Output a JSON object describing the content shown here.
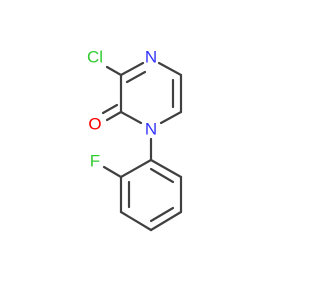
{
  "atoms": {
    "chlorine": {
      "symbol": "Cl",
      "color": "#33cc33"
    },
    "nitrogen_ring": {
      "symbol": "N",
      "color": "#3333ff"
    },
    "nitrogen_amide": {
      "symbol": "N",
      "color": "#3333ff"
    },
    "oxygen": {
      "symbol": "O",
      "color": "#ff0000"
    },
    "fluorine": {
      "symbol": "F",
      "color": "#33cc33"
    }
  },
  "bond_color": "#404040"
}
